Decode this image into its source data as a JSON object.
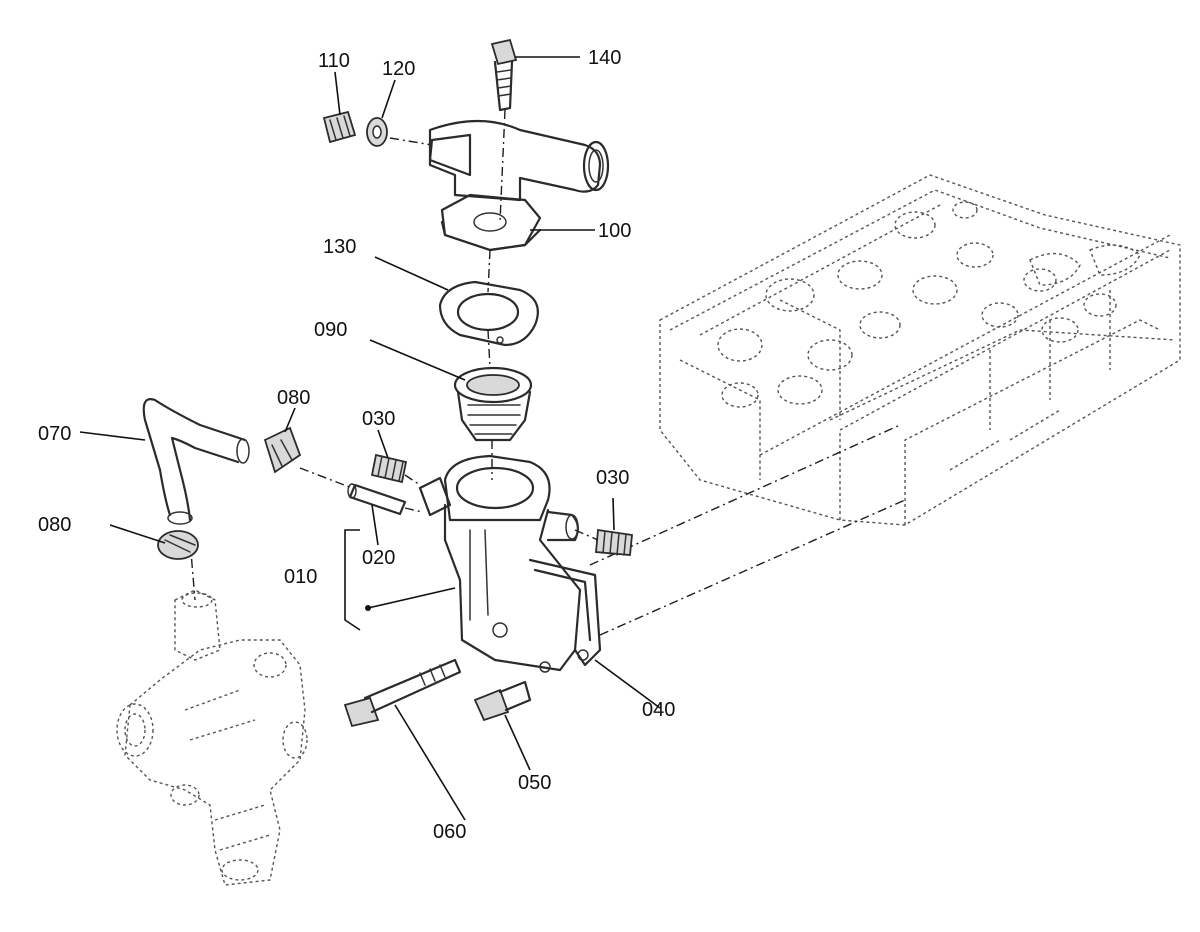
{
  "callouts": {
    "c010": "010",
    "c020": "020",
    "c030a": "030",
    "c030b": "030",
    "c040": "040",
    "c050": "050",
    "c060": "060",
    "c070": "070",
    "c080a": "080",
    "c080b": "080",
    "c090": "090",
    "c100": "100",
    "c110": "110",
    "c120": "120",
    "c130": "130",
    "c140": "140"
  }
}
